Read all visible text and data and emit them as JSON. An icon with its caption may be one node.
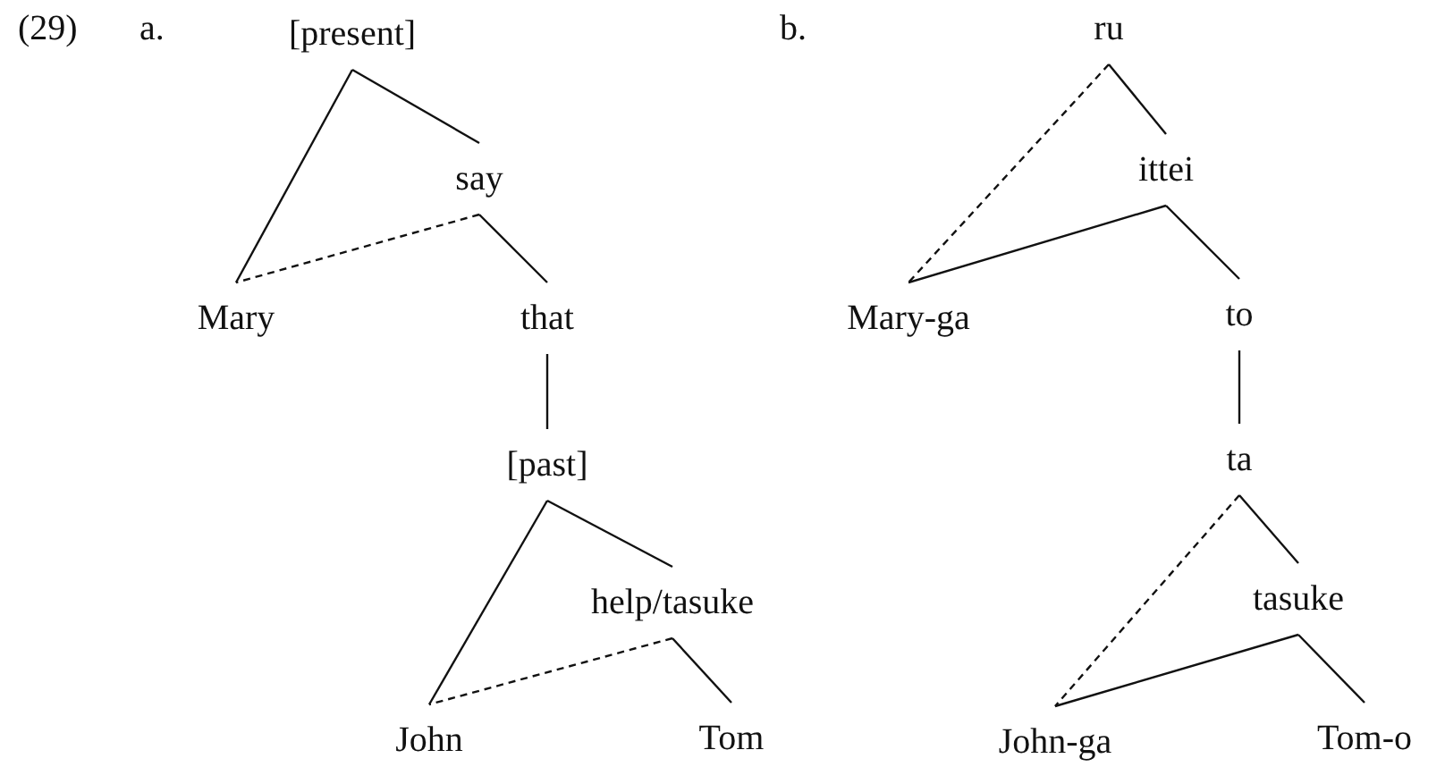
{
  "diagram": {
    "nodes": [
      {
        "text": [
          "[present]"
        ]
      },
      {
        "text": [
          "say"
        ]
      },
      {
        "text": [
          "Mary"
        ]
      },
      {
        "text": [
          "that"
        ]
      },
      {
        "text": [
          "[past]"
        ]
      },
      {
        "text": [
          "help/tasuke"
        ]
      },
      {
        "text": [
          "John"
        ]
      },
      {
        "text": [
          "Tom"
        ]
      },
      {
        "text": [
          "ru"
        ]
      },
      {
        "text": [
          "ittei"
        ]
      },
      {
        "text": [
          "Mary-ga"
        ]
      },
      {
        "text": [
          "to"
        ]
      },
      {
        "text": [
          "ta"
        ]
      },
      {
        "text": [
          "tasuke"
        ]
      },
      {
        "text": [
          "John-ga"
        ]
      },
      {
        "text": [
          "Tom-o"
        ]
      }
    ],
    "edges": [
      {
        "from": 0,
        "to": 1,
        "arrow": "none"
      },
      {
        "from": 0,
        "to": 2,
        "arrow": "none"
      },
      {
        "from": 1,
        "to": 2,
        "arrow": "none",
        "style": "dashed"
      },
      {
        "from": 1,
        "to": 3,
        "arrow": "none"
      },
      {
        "from": 3,
        "to": 4,
        "arrow": "none"
      },
      {
        "from": 4,
        "to": 6,
        "arrow": "none"
      },
      {
        "from": 4,
        "to": 5,
        "arrow": "none"
      },
      {
        "from": 5,
        "to": 6,
        "arrow": "none",
        "style": "dashed"
      },
      {
        "from": 5,
        "to": 7,
        "arrow": "none"
      },
      {
        "from": 8,
        "to": 10,
        "arrow": "none",
        "style": "dashed"
      },
      {
        "from": 8,
        "to": 9,
        "arrow": "none"
      },
      {
        "from": 9,
        "to": 10,
        "arrow": "none"
      },
      {
        "from": 9,
        "to": 11,
        "arrow": "none"
      },
      {
        "from": 11,
        "to": 12,
        "arrow": "none"
      },
      {
        "from": 12,
        "to": 14,
        "arrow": "none",
        "style": "dashed"
      },
      {
        "from": 12,
        "to": 13,
        "arrow": "none"
      },
      {
        "from": 13,
        "to": 14,
        "arrow": "none"
      },
      {
        "from": 13,
        "to": 15,
        "arrow": "none"
      }
    ],
    "labels": [
      "(29)",
      "a.",
      "b."
    ]
  }
}
